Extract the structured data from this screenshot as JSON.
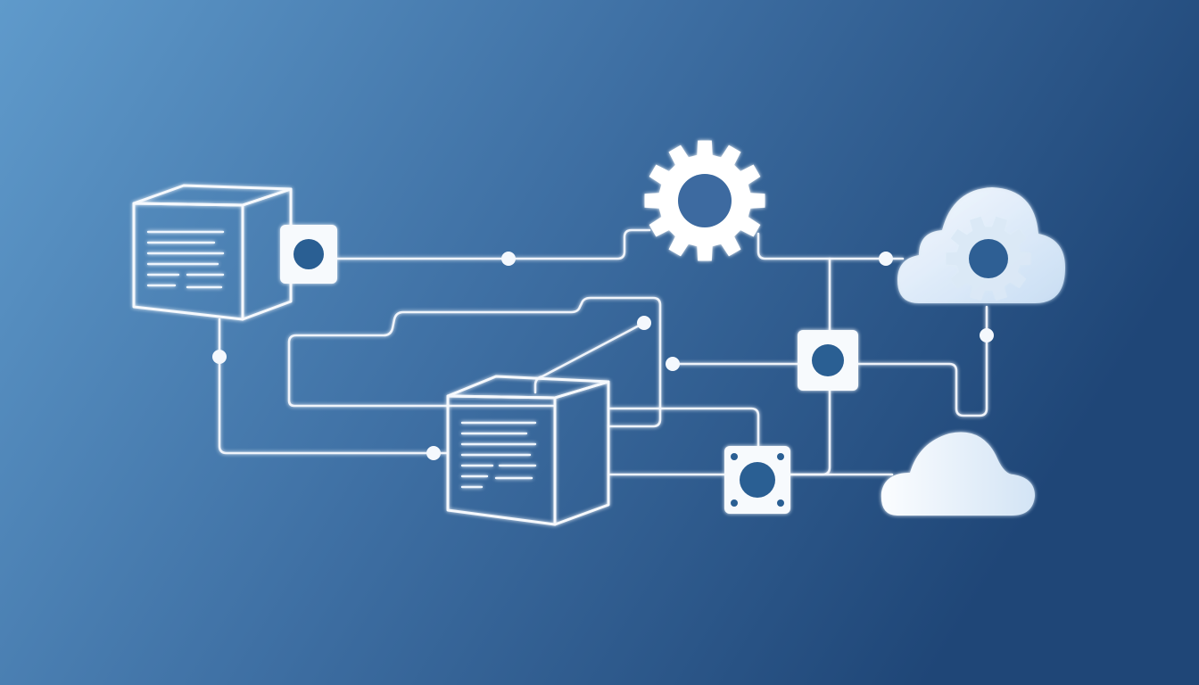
{
  "diagram": {
    "background": {
      "gradient_start": "#5f9acb",
      "gradient_mid": "#3e6fa3",
      "gradient_end": "#1f4677"
    },
    "colors": {
      "line": "#f4f8fd",
      "cube_front": "#3e7ab9",
      "cube_top": "#8db6df",
      "cube_side": "#2f64a0",
      "connector_fill": "#f7fafd",
      "connector_hole": "#2c5e93",
      "cloud_fill": "#e6f1fb",
      "gear_fill": "#ffffff"
    },
    "nodes": [
      {
        "id": "cube-document-1",
        "icon": "document-cube-icon"
      },
      {
        "id": "cube-document-2",
        "icon": "document-cube-icon"
      },
      {
        "id": "connector-port-1",
        "icon": "port-square-icon"
      },
      {
        "id": "connector-port-2",
        "icon": "port-square-icon"
      },
      {
        "id": "connector-port-3",
        "icon": "port-four-screw-icon"
      },
      {
        "id": "settings-gear",
        "icon": "gear-icon"
      },
      {
        "id": "cloud-settings",
        "icon": "cloud-gear-icon"
      },
      {
        "id": "cloud-storage",
        "icon": "cloud-icon"
      }
    ]
  }
}
